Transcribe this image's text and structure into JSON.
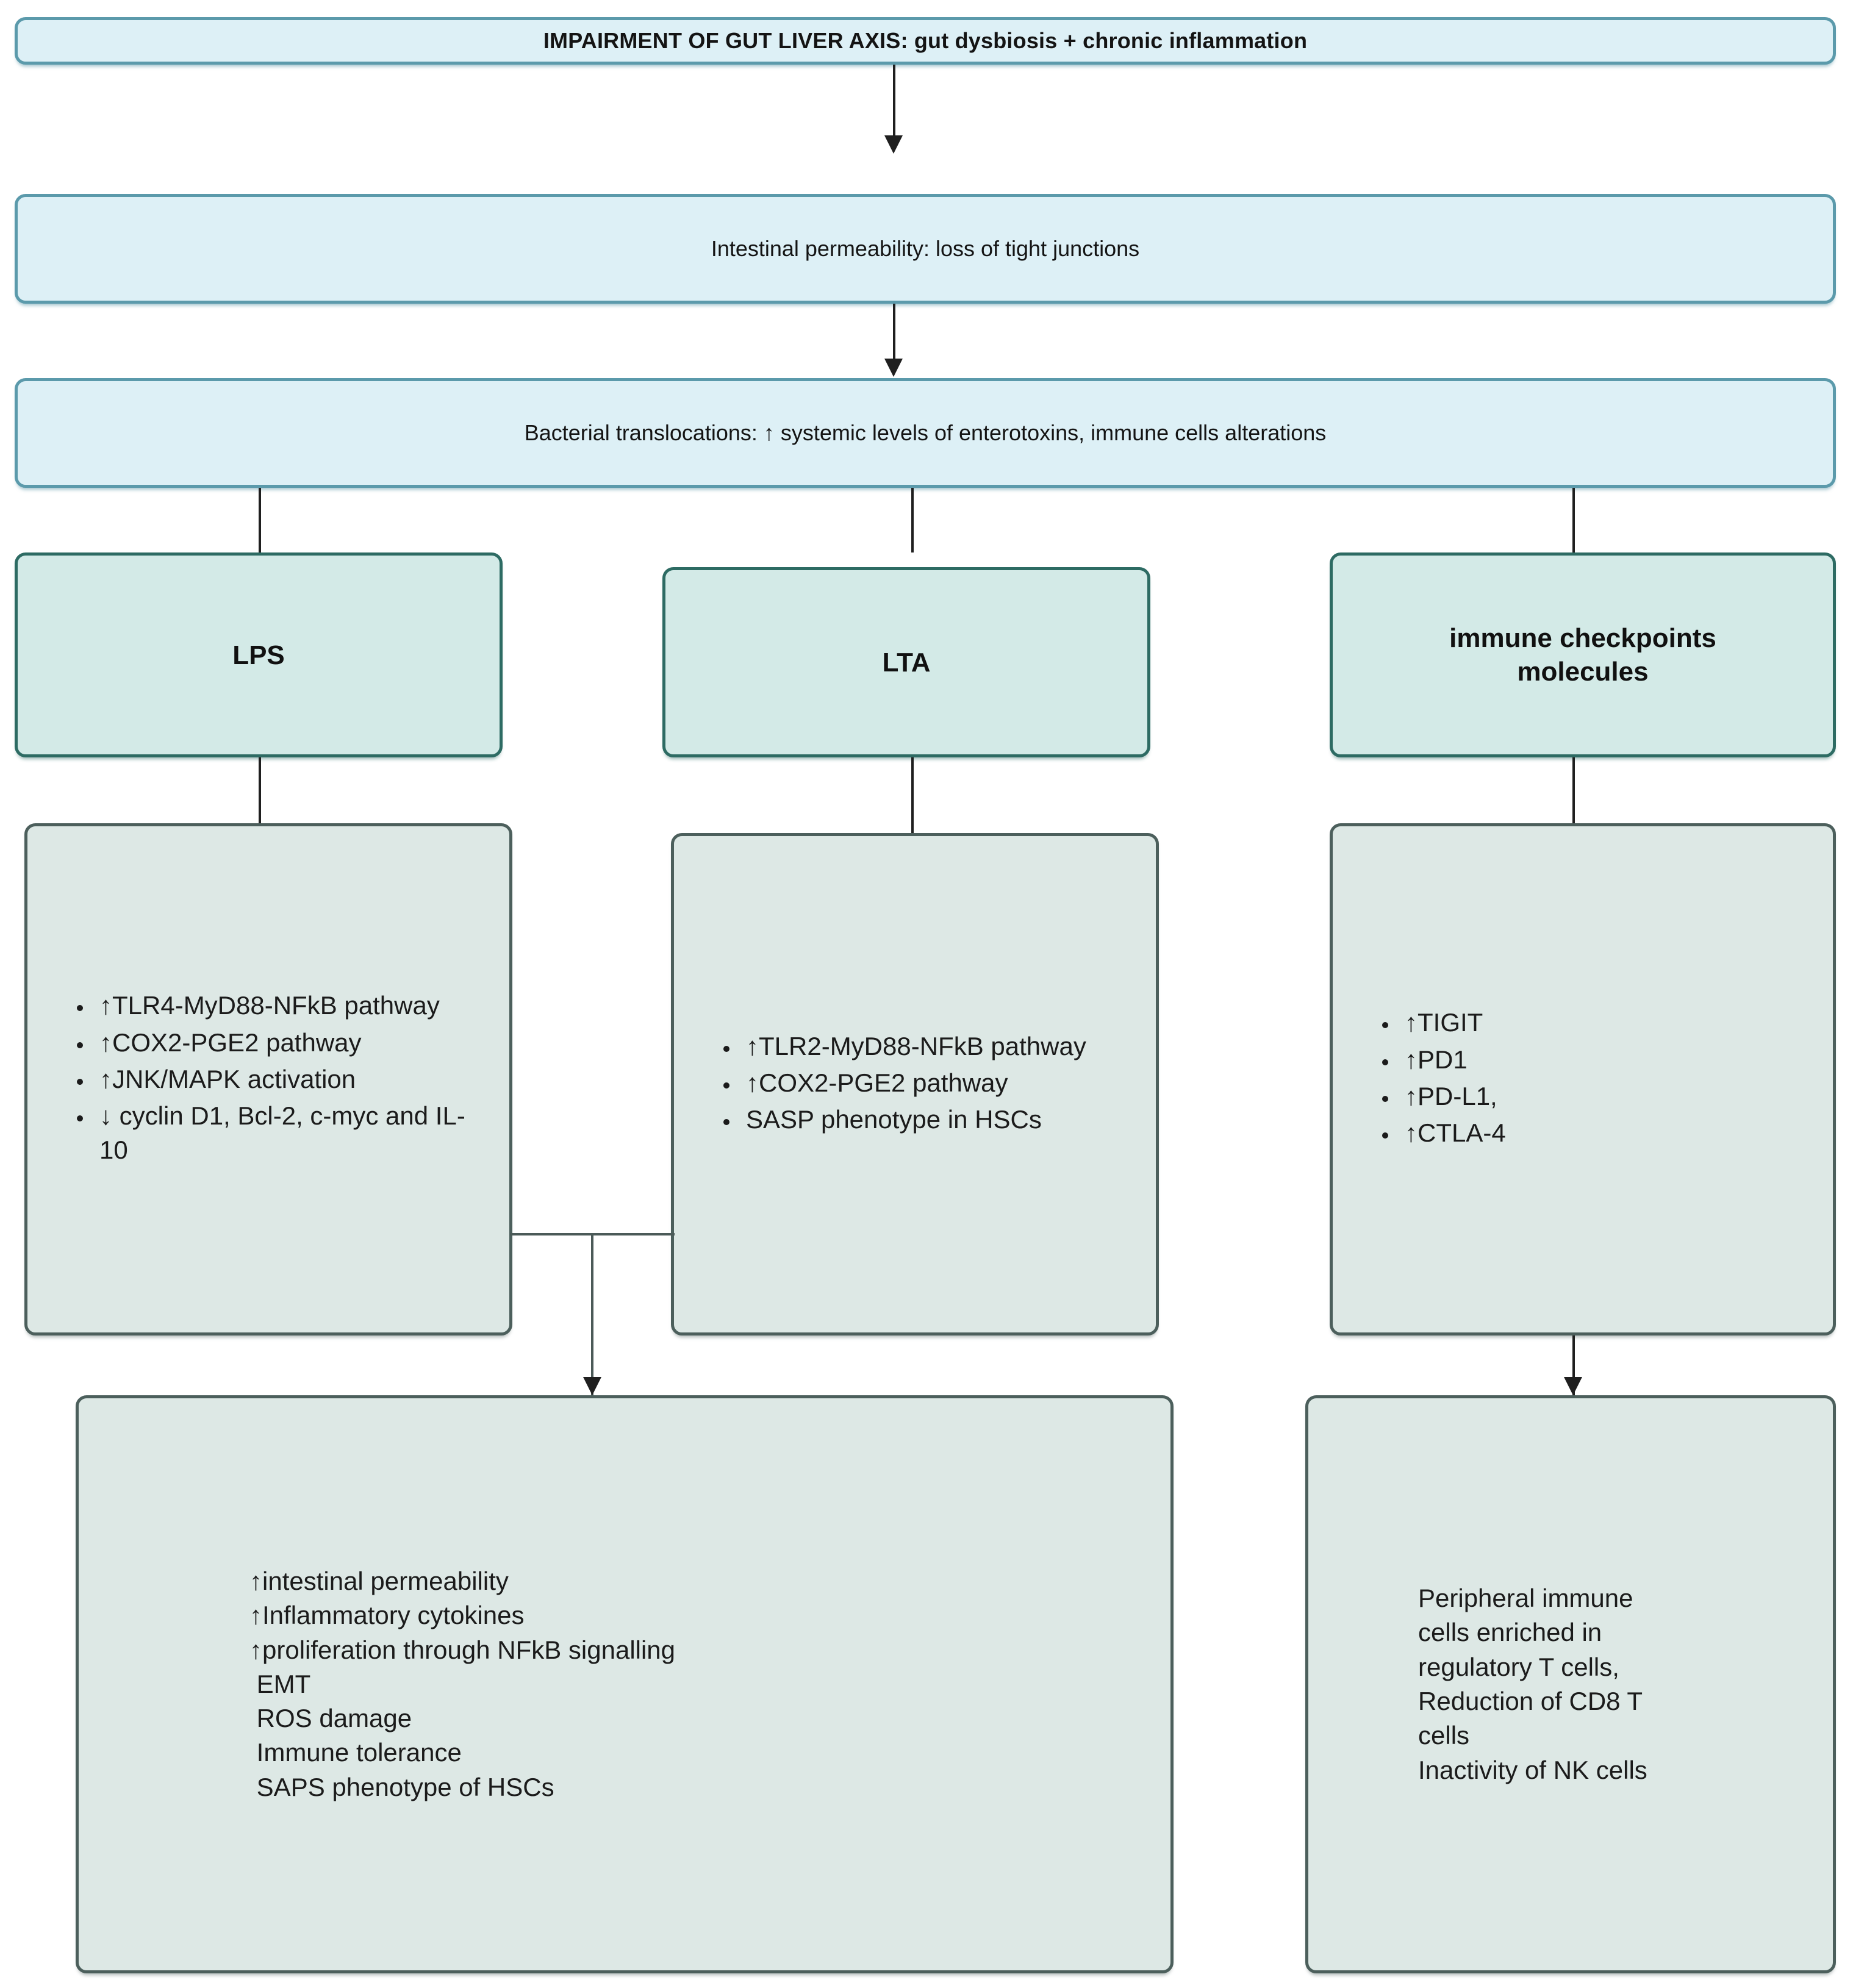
{
  "diagram": {
    "title_box": "IMPAIRMENT OF GUT LIVER AXIS: gut dysbiosis + chronic inflammation",
    "permeability_box": "Intestinal permeability: loss of tight junctions",
    "translocation_box": "Bacterial translocations: ↑ systemic levels of enterotoxins, immune cells alterations",
    "branch_lps": "LPS",
    "branch_lta": "LTA",
    "branch_checkpoints": "immune checkpoints\nmolecules",
    "lps_details": [
      "↑TLR4-MyD88-NFkB pathway",
      "↑COX2-PGE2 pathway",
      "↑JNK/MAPK activation",
      "↓ cyclin D1, Bcl-2, c-myc and IL-10"
    ],
    "lta_details": [
      "↑TLR2-MyD88-NFkB pathway",
      "↑COX2-PGE2 pathway",
      "SASP phenotype in HSCs"
    ],
    "checkpoint_details": [
      "↑TIGIT",
      "↑PD1",
      "↑PD-L1,",
      "↑CTLA-4"
    ],
    "outcomes_left": [
      "↑intestinal permeability",
      "↑Inflammatory cytokines",
      "↑proliferation through NFkB signalling",
      " EMT",
      " ROS damage",
      " Immune tolerance",
      " SAPS phenotype of HSCs"
    ],
    "outcomes_right": [
      "Peripheral immune",
      "cells enriched in",
      "regulatory T cells,",
      "Reduction of CD8 T",
      "cells",
      "Inactivity of NK cells"
    ],
    "colors": {
      "blue_fill": "#ddf0f6",
      "blue_border": "#5b9aab",
      "mint_fill": "#d3eae7",
      "mint_border": "#2d6b63",
      "pale_fill": "#dde8e5",
      "pale_border": "#4c5f5c",
      "connector": "#1f1f1f"
    }
  }
}
